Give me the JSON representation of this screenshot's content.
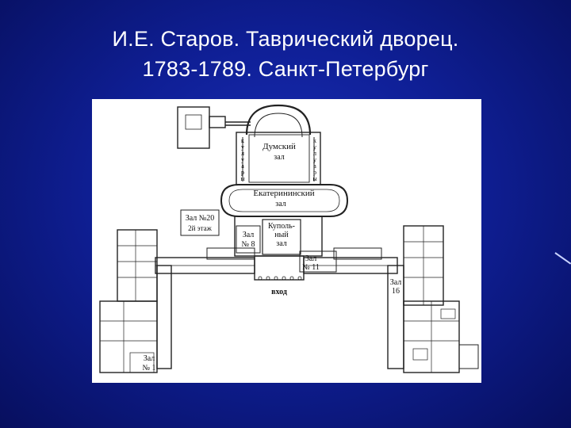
{
  "slide": {
    "title_line1": "И.Е. Старов. Таврический дворец.",
    "title_line2": "1783-1789. Санкт-Петербург"
  },
  "plan": {
    "labels": {
      "duma_hall_1": "Думский",
      "duma_hall_2": "зал",
      "catherine_hall_1": "Екатерининский",
      "catherine_hall_2": "зал",
      "hall20_1": "Зал №20",
      "hall20_2": "2й этаж",
      "hall8_1": "Зал",
      "hall8_2": "№ 8",
      "dome_1": "Куполь-",
      "dome_2": "ный",
      "dome_3": "зал",
      "hall11_1": "Зал",
      "hall11_2": "№ 11",
      "entrance": "вход",
      "hall16_1": "Зал",
      "hall16_2": "16",
      "hall1_1": "Зал",
      "hall1_2": "№ 1",
      "left_colonnade": [
        "к",
        "у",
        "л",
        "у",
        "а",
        "р",
        "ы"
      ],
      "right_colonnade": [
        "к",
        "у",
        "л",
        "у",
        "а",
        "р",
        "ы"
      ]
    }
  },
  "colors": {
    "background": "#0f1f96",
    "title_text": "#ffffff",
    "plan_paper": "#ffffff",
    "plan_ink": "#222222"
  }
}
